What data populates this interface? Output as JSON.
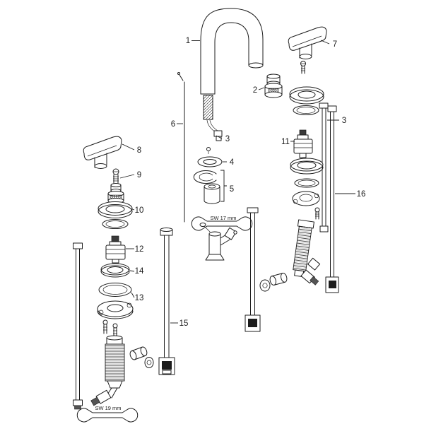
{
  "diagram": {
    "kind": "exploded-parts-diagram",
    "background": "#ffffff",
    "line_color": "#1c1c1c"
  },
  "labels": {
    "part1": "1",
    "part2": "2",
    "part3": "3",
    "part4": "4",
    "part5": "5",
    "part6": "6",
    "part7": "7",
    "part8": "8",
    "part9": "9",
    "part10": "10",
    "part11": "11",
    "part12": "12",
    "part13": "13",
    "part14": "14",
    "part15": "15",
    "part16": "16"
  },
  "annotations": {
    "wrench_size_17": "SW 17 mm",
    "wrench_size_19": "SW 19 mm"
  }
}
